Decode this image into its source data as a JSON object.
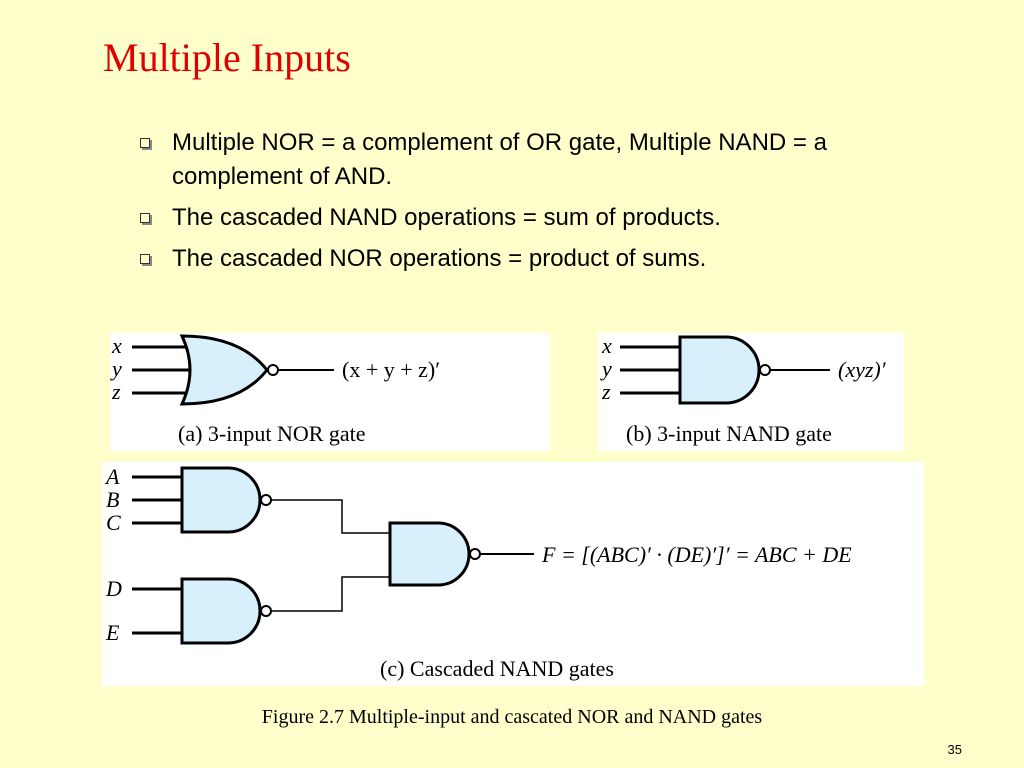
{
  "slide": {
    "title": "Multiple Inputs",
    "bullets": [
      {
        "text": "Multiple NOR = a complement of OR gate, Multiple NAND = a complement of AND."
      },
      {
        "text": "The cascaded NAND operations = sum of products."
      },
      {
        "text": "The cascaded NOR operations = product of sums."
      }
    ],
    "figure_caption": "Figure 2.7 Multiple-input and cascated NOR and NAND gates",
    "page_number": "35"
  },
  "figure_a": {
    "inputs": [
      "x",
      "y",
      "z"
    ],
    "output_label": "(x + y + z)′",
    "caption": "(a) 3-input NOR gate"
  },
  "figure_b": {
    "inputs": [
      "x",
      "y",
      "z"
    ],
    "output_label": "(xyz)′",
    "caption": "(b) 3-input NAND gate"
  },
  "figure_c": {
    "inputs_top": [
      "A",
      "B",
      "C"
    ],
    "inputs_bottom": [
      "D",
      "E"
    ],
    "output_label": "F = [(ABC)′ · (DE)′]′ = ABC + DE",
    "caption": "(c) Cascaded NAND gates"
  },
  "colors": {
    "background": "#ffffcc",
    "title": "#e00000",
    "gate_fill": "#d8f0fb",
    "wire": "#000000"
  }
}
